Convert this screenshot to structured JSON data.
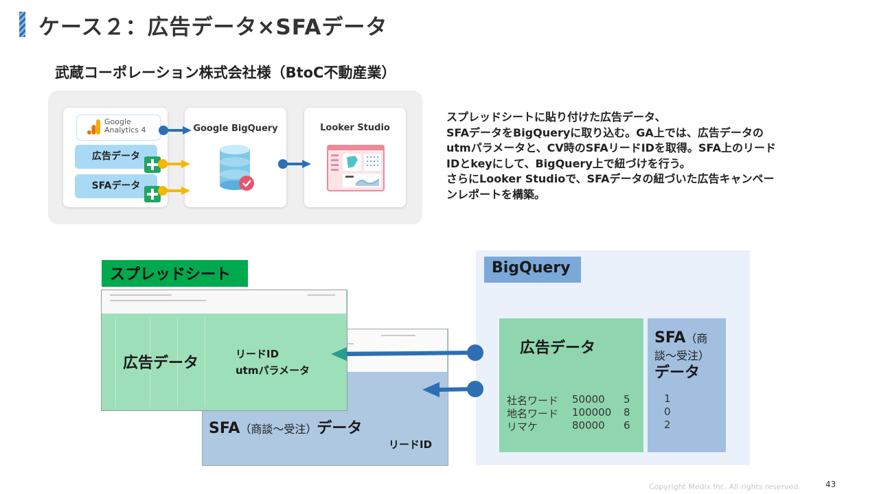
{
  "header": {
    "title": "ケース２：広告データ×SFAデータ",
    "subtitle": "武蔵コーポレーション株式会社様（BtoC不動産業）"
  },
  "diagram": {
    "ga_label_line1": "Google",
    "ga_label_line2": "Analytics 4",
    "ad_data_label": "広告データ",
    "sfa_data_label": "SFAデータ",
    "bigquery_title": "Google BigQuery",
    "looker_title": "Looker Studio"
  },
  "description": {
    "lines": [
      "スプレッドシートに貼り付けた広告データ、",
      "SFAデータをBigQueryに取り込む。GA上では、広告データの",
      "utmパラメータと、CV時のSFAリードIDを取得。SFA上のリード",
      "IDとkeyにして、BigQuery上で紐づけを行う。",
      "さらにLooker Studioで、SFAデータの紐づいた広告キャンペー",
      "ンレポートを構築。"
    ]
  },
  "spreadsheet": {
    "label": "スプレッドシート",
    "ad_window": {
      "title": "広告データ",
      "field_lead_id": "リードID",
      "field_utm": "utmパラメータ"
    },
    "sfa_window": {
      "title_main": "SFA",
      "title_paren": "（商談～受注）",
      "title_suffix": "データ",
      "field_lead_id": "リードID"
    }
  },
  "bigquery": {
    "label": "BigQuery",
    "ad_table": {
      "title": "広告データ",
      "rows": [
        {
          "name": "社名ワード",
          "value": "50000",
          "count": "5"
        },
        {
          "name": "地名ワード",
          "value": "100000",
          "count": "8"
        },
        {
          "name": "リマケ",
          "value": "80000",
          "count": "6"
        }
      ]
    },
    "sfa_table": {
      "title_main": "SFA",
      "title_paren_1": "（商",
      "title_paren_2": "談～受注）",
      "title_suffix": "データ",
      "values": [
        "1",
        "0",
        "2"
      ]
    }
  },
  "footer": {
    "copyright": "Copyright Medix Inc. All rights reserved.",
    "page_number": "43"
  },
  "colors": {
    "accent_blue": "#2f6db5",
    "arrow_blue": "#2e6fb3",
    "arrow_yellow": "#f5b800",
    "sheet_green": "#00a94e",
    "ad_green": "#8fd6ae",
    "sfa_blue": "#a2bfe0",
    "bq_bg": "#eaf1fa",
    "pill_blue": "#a9daf5",
    "teal_arrow": "#2a9d8f"
  }
}
